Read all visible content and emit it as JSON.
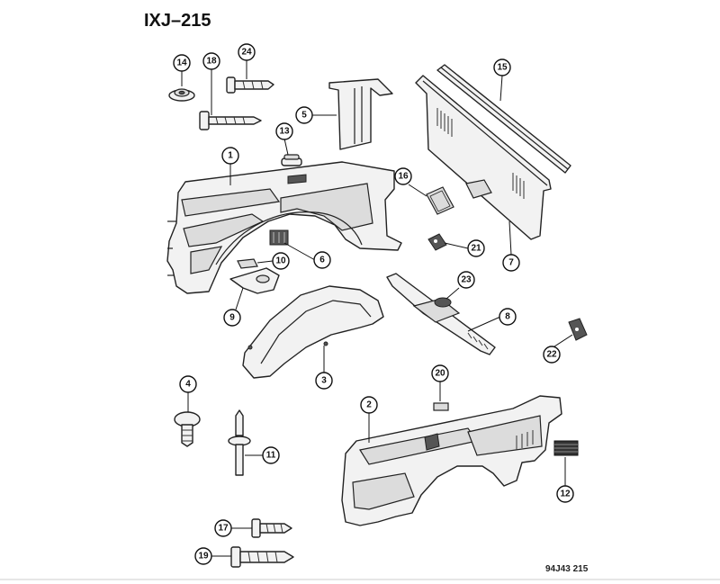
{
  "diagram": {
    "title": "IXJ–215",
    "code": "94J43 215"
  },
  "callouts": [
    {
      "id": "c1",
      "label": "1"
    },
    {
      "id": "c2",
      "label": "2"
    },
    {
      "id": "c3",
      "label": "3"
    },
    {
      "id": "c4",
      "label": "4"
    },
    {
      "id": "c5",
      "label": "5"
    },
    {
      "id": "c6",
      "label": "6"
    },
    {
      "id": "c7",
      "label": "7"
    },
    {
      "id": "c8",
      "label": "8"
    },
    {
      "id": "c9",
      "label": "9"
    },
    {
      "id": "c10",
      "label": "10"
    },
    {
      "id": "c11",
      "label": "11"
    },
    {
      "id": "c12",
      "label": "12"
    },
    {
      "id": "c13",
      "label": "13"
    },
    {
      "id": "c14",
      "label": "14"
    },
    {
      "id": "c15",
      "label": "15"
    },
    {
      "id": "c16",
      "label": "16"
    },
    {
      "id": "c17",
      "label": "17"
    },
    {
      "id": "c18",
      "label": "18"
    },
    {
      "id": "c19",
      "label": "19"
    },
    {
      "id": "c20",
      "label": "20"
    },
    {
      "id": "c21",
      "label": "21"
    },
    {
      "id": "c22",
      "label": "22"
    },
    {
      "id": "c23",
      "label": "23"
    },
    {
      "id": "c24",
      "label": "24"
    }
  ]
}
